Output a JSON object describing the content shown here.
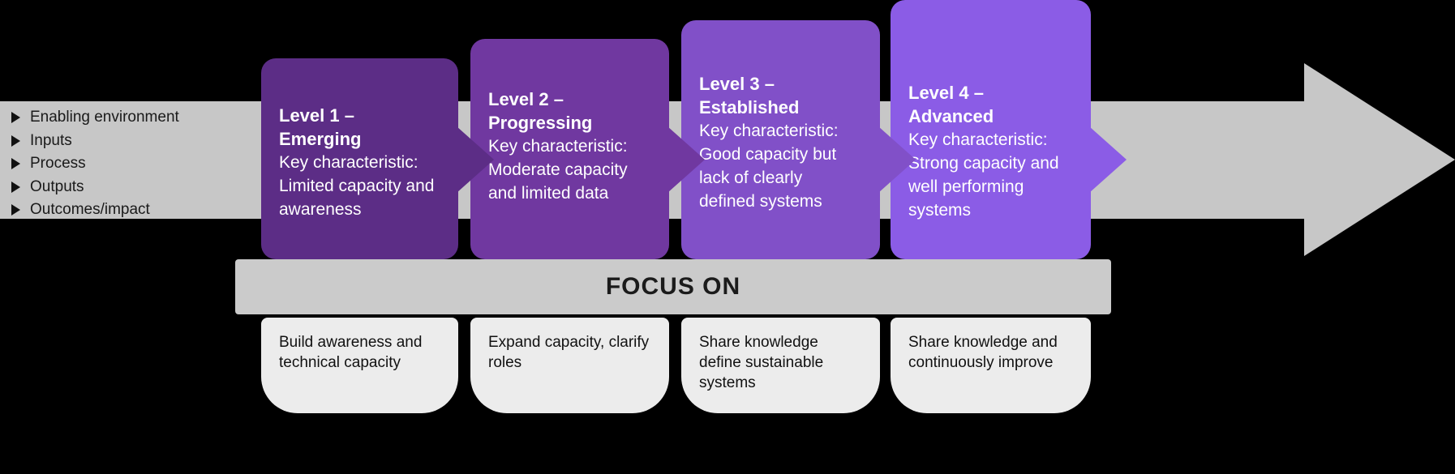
{
  "colors": {
    "background": "#000000",
    "band": "#c7c7c7",
    "focus_bar": "#cbcbcb",
    "focus_box": "#ececec"
  },
  "stages_band": {
    "items": [
      "Enabling environment",
      "Inputs",
      "Process",
      "Outputs",
      "Outcomes/impact"
    ]
  },
  "focus_bar": {
    "label": "FOCUS ON"
  },
  "levels": [
    {
      "title_line1": "Level 1 –",
      "title_line2": "Emerging",
      "characteristic_label": "Key characteristic:",
      "characteristic": "Limited capacity and awareness",
      "color": "#5c2d86",
      "focus": "Build awareness and technical capacity"
    },
    {
      "title_line1": "Level 2 –",
      "title_line2": "Progressing",
      "characteristic_label": "Key characteristic:",
      "characteristic": "Moderate capacity and limited data",
      "color": "#7038a0",
      "focus": "Expand capacity, clarify roles"
    },
    {
      "title_line1": "Level 3 –",
      "title_line2": "Established",
      "characteristic_label": "Key characteristic:",
      "characteristic": "Good capacity but lack of clearly defined systems",
      "color": "#8150c8",
      "focus": "Share knowledge define sustainable systems"
    },
    {
      "title_line1": "Level 4 –",
      "title_line2": "Advanced",
      "characteristic_label": "Key characteristic:",
      "characteristic": "Strong capacity and well performing systems",
      "color": "#8b5ce6",
      "focus": "Share knowledge and continuously improve"
    }
  ]
}
